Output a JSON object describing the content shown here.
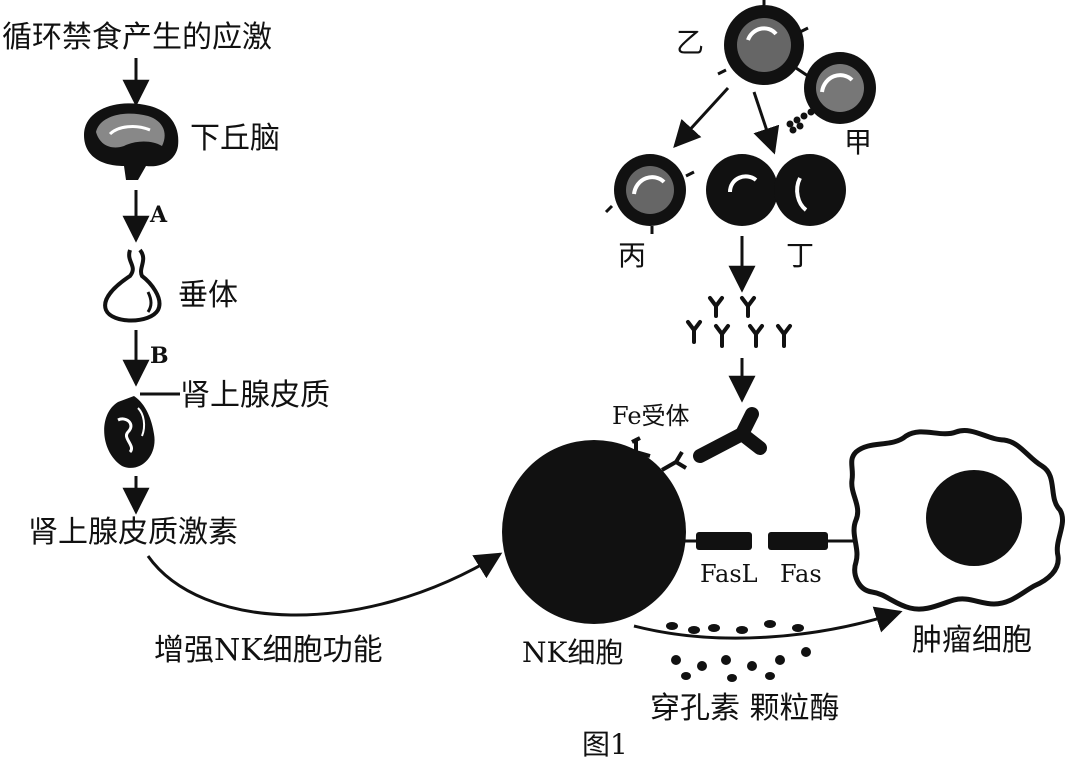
{
  "labels": {
    "fasting_stress": "循环禁食产生的应激",
    "hypothalamus": "下丘脑",
    "arrow_a": "A",
    "pituitary": "垂体",
    "arrow_b": "B",
    "adrenal_cortex": "肾上腺皮质",
    "cortical_hormone": "肾上腺皮质激素",
    "enhance_nk": "增强NK细胞功能",
    "cell_yi": "乙",
    "cell_jia": "甲",
    "cell_bing": "丙",
    "cell_ding": "丁",
    "fe_receptor": "Fe受体",
    "fasl": "FasL",
    "fas": "Fas",
    "nk_cell": "NK细胞",
    "tumor_cell": "肿瘤细胞",
    "perforin_granzyme": "穿孔素 颗粒酶",
    "figure_caption": "图1"
  },
  "colors": {
    "ink": "#111111",
    "background": "#ffffff",
    "shade": "#777777"
  }
}
